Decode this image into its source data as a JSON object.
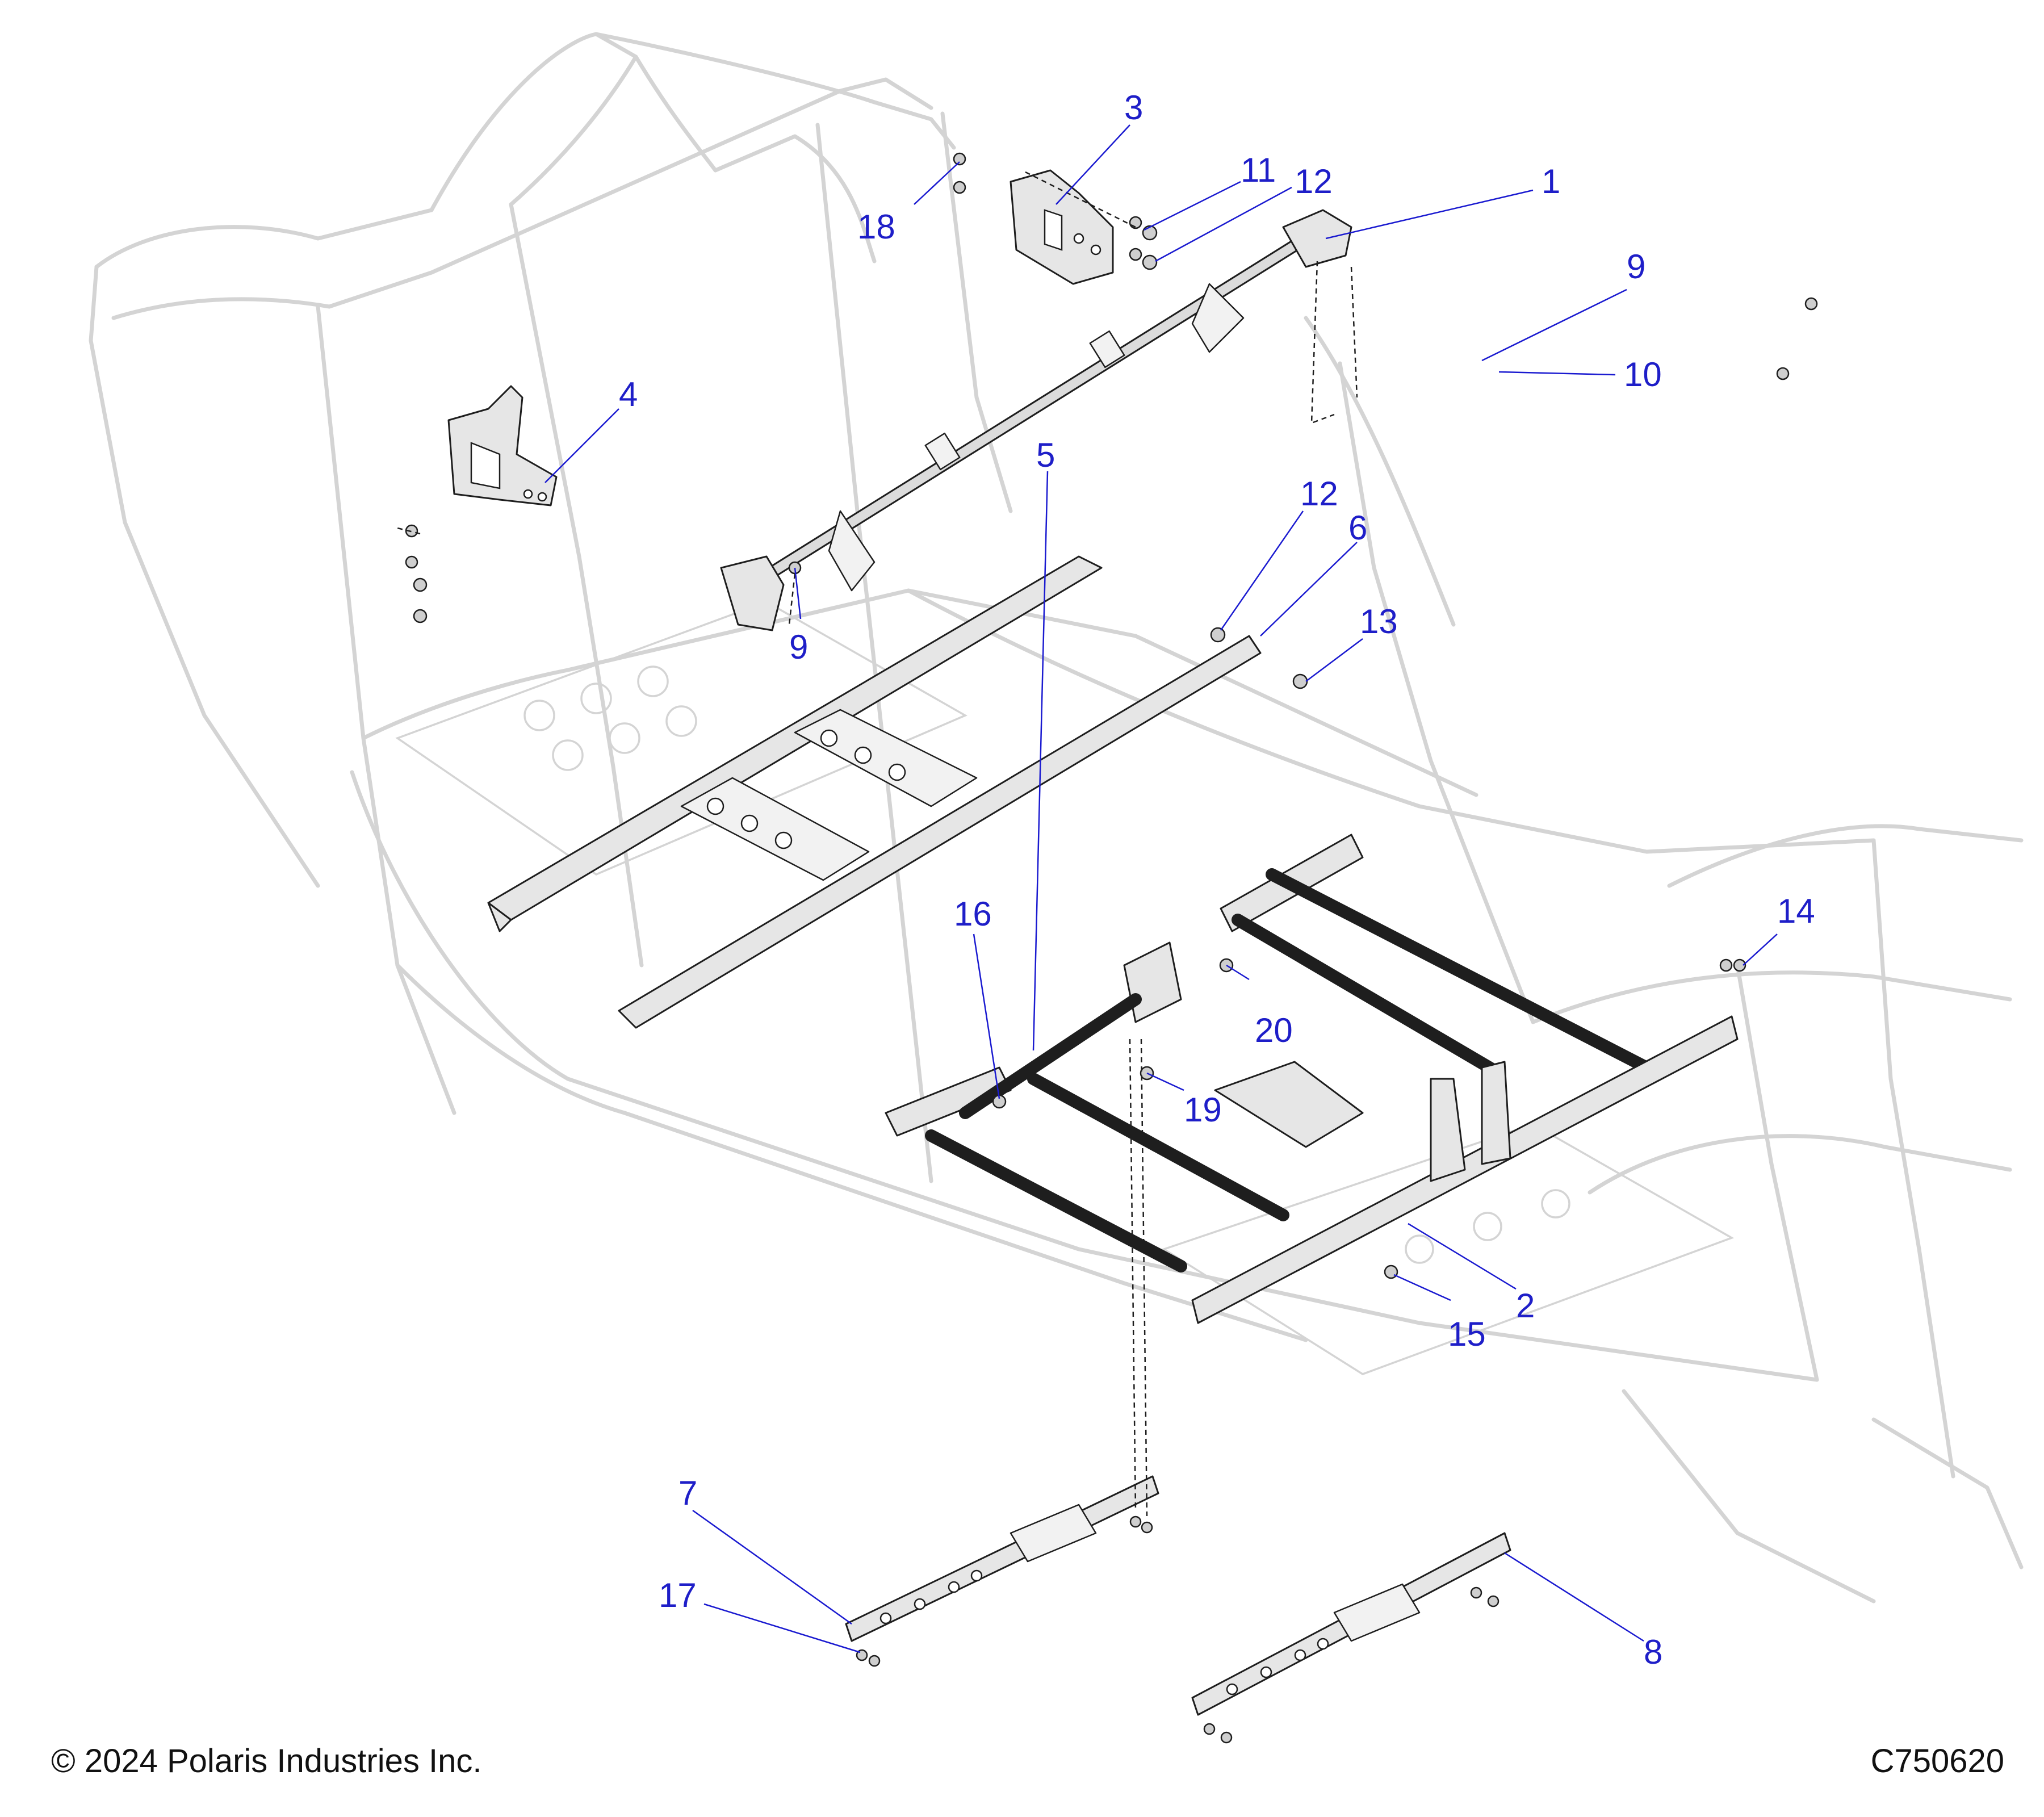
{
  "callouts": [
    {
      "id": "c1",
      "label": "1"
    },
    {
      "id": "c2",
      "label": "2"
    },
    {
      "id": "c3",
      "label": "3"
    },
    {
      "id": "c4",
      "label": "4"
    },
    {
      "id": "c5",
      "label": "5"
    },
    {
      "id": "c6",
      "label": "6"
    },
    {
      "id": "c7",
      "label": "7"
    },
    {
      "id": "c8",
      "label": "8"
    },
    {
      "id": "c9a",
      "label": "9"
    },
    {
      "id": "c9b",
      "label": "9"
    },
    {
      "id": "c10",
      "label": "10"
    },
    {
      "id": "c11",
      "label": "11"
    },
    {
      "id": "c12a",
      "label": "12"
    },
    {
      "id": "c12b",
      "label": "12"
    },
    {
      "id": "c13",
      "label": "13"
    },
    {
      "id": "c14",
      "label": "14"
    },
    {
      "id": "c15",
      "label": "15"
    },
    {
      "id": "c16",
      "label": "16"
    },
    {
      "id": "c17",
      "label": "17"
    },
    {
      "id": "c18",
      "label": "18"
    },
    {
      "id": "c19",
      "label": "19"
    },
    {
      "id": "c20",
      "label": "20"
    }
  ],
  "footer": {
    "copyright": "© 2024 Polaris Industries Inc.",
    "drawing_id": "C750620"
  },
  "colors": {
    "callout_text": "#1e1ec8",
    "leader_line": "#1a1ad0",
    "frame_ghost": "#d4d4d4",
    "part_fill": "#e6e6e6",
    "outline": "#1e1e1e"
  }
}
